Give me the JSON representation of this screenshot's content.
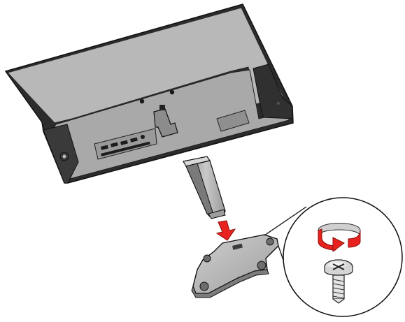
{
  "figure": {
    "type": "assembly-illustration",
    "steps_shown": [
      "attach-stand-neck",
      "attach-base-plate",
      "tighten-screw"
    ],
    "colors": {
      "panel": "#b9b9b9",
      "frame": "#2a2a2a",
      "outline": "#1a1a1a",
      "arrow": "#e8231f",
      "screw": "#e6e6e6"
    },
    "icons": [
      "monitor-panel",
      "stand-neck",
      "stand-base",
      "down-arrow",
      "rotation-arrow",
      "screw-icon",
      "magnifier-callout"
    ]
  }
}
